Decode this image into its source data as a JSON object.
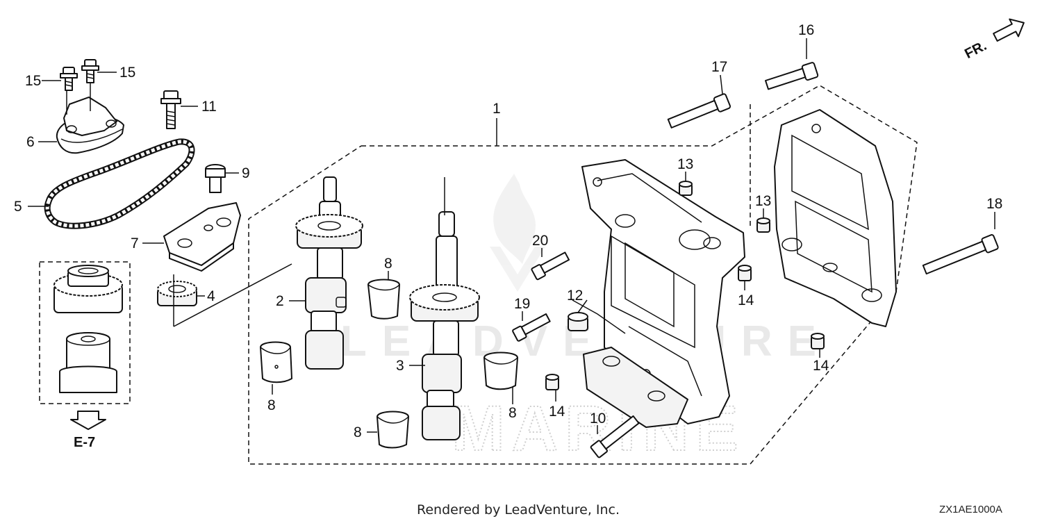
{
  "callouts": {
    "c1": "1",
    "c2": "2",
    "c3": "3",
    "c4": "4",
    "c5": "5",
    "c6": "6",
    "c7": "7",
    "c8a": "8",
    "c8b": "8",
    "c8c": "8",
    "c8d": "8",
    "c9": "9",
    "c10": "10",
    "c11": "11",
    "c12": "12",
    "c13a": "13",
    "c13b": "13",
    "c14a": "14",
    "c14b": "14",
    "c14c": "14",
    "c15a": "15",
    "c15b": "15",
    "c16": "16",
    "c17": "17",
    "c18": "18",
    "c19": "19",
    "c20": "20"
  },
  "reference": "E-7",
  "direction_label": "FR.",
  "footer": "Rendered by LeadVenture, Inc.",
  "diagram_code": "ZX1AE1000A",
  "watermark": {
    "line1": "LEADVENTURE",
    "line2": "MARINE"
  }
}
